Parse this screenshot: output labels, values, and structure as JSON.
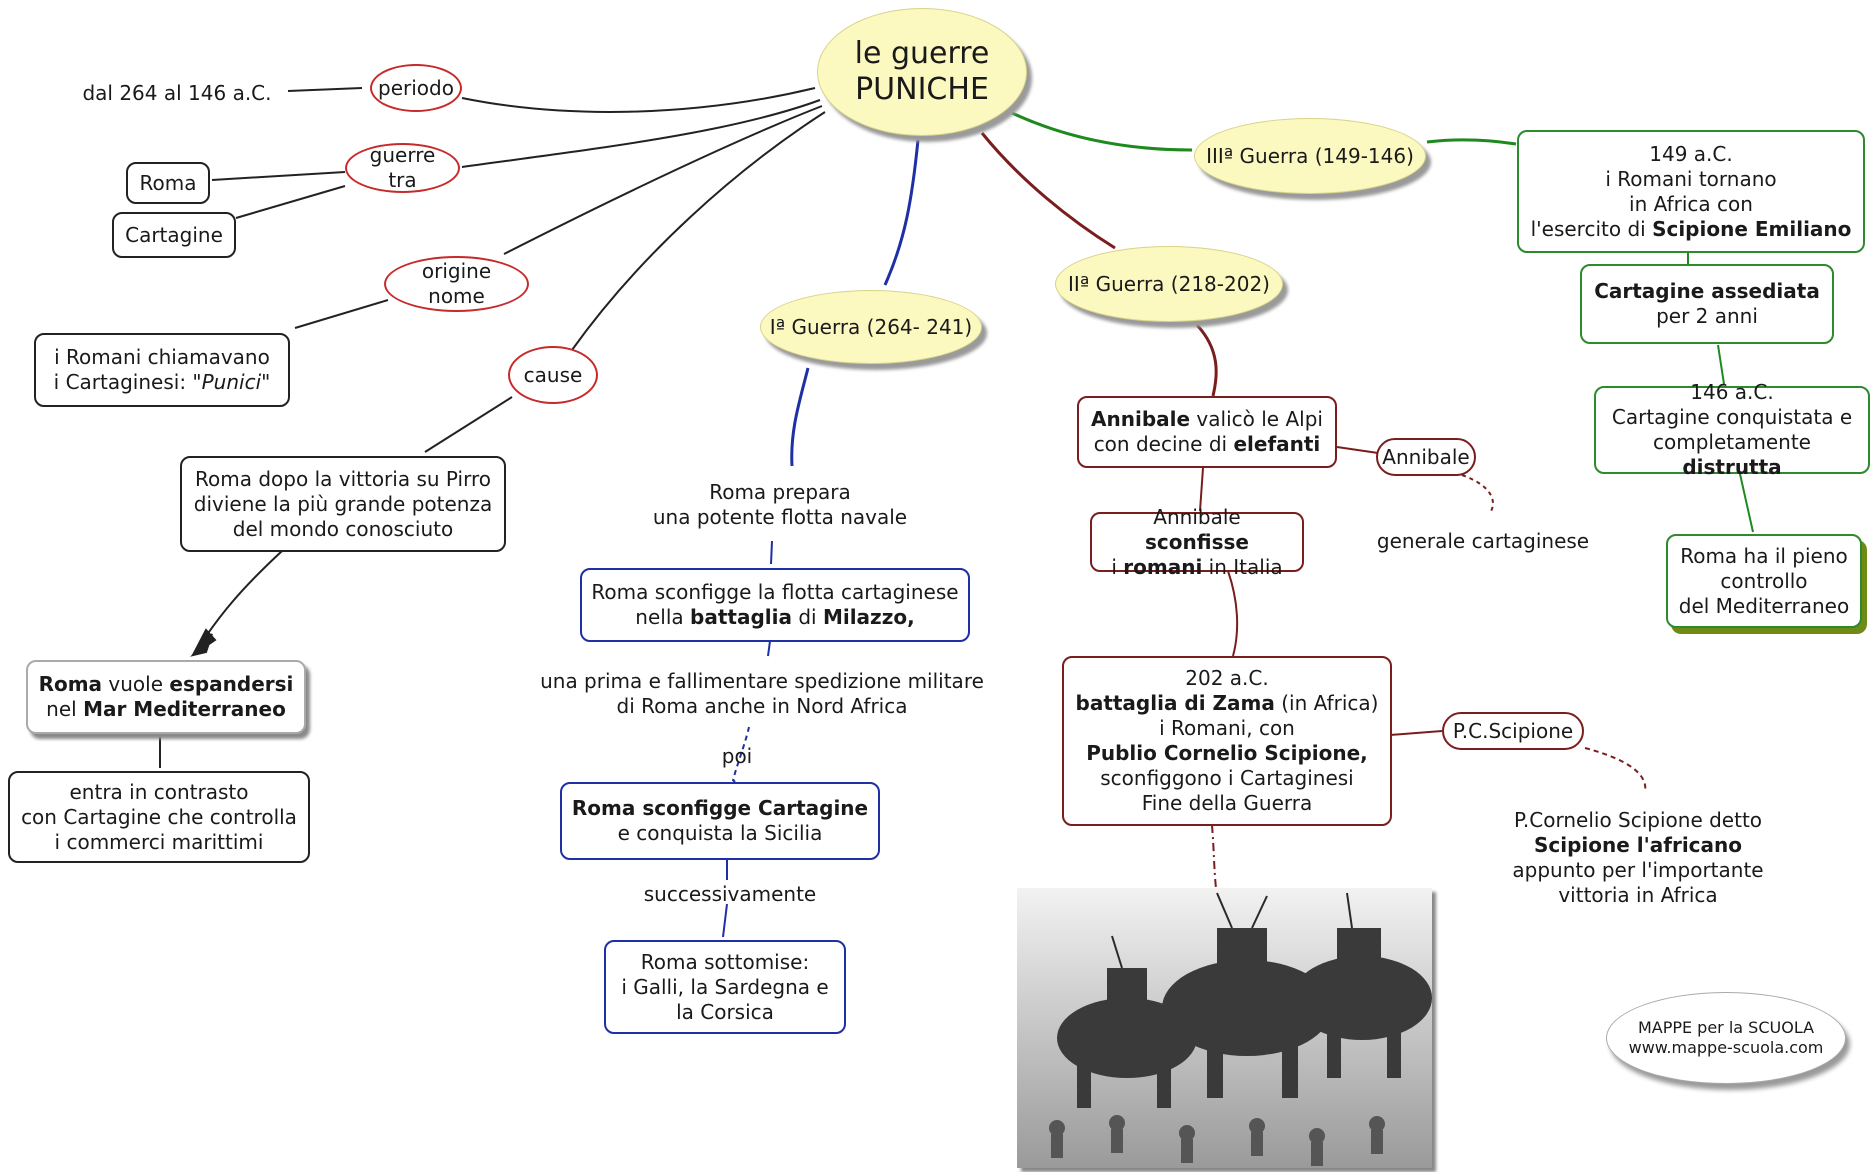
{
  "title": {
    "line1": "le guerre",
    "line2": "PUNICHE"
  },
  "left": {
    "periodo": "periodo",
    "periodo_value": "dal 264 al 146 a.C.",
    "guerre_tra": "guerre tra",
    "roma": "Roma",
    "cartagine": "Cartagine",
    "origine_nome": "origine nome",
    "origine_text": {
      "l1": "i Romani chiamavano",
      "l2a": "i Cartaginesi: ",
      "l2b": "\"Punici\""
    },
    "cause": "cause",
    "cause_text": {
      "l1": "Roma dopo la vittoria su Pirro",
      "l2": "diviene la più grande potenza",
      "l3": "del mondo conosciuto"
    },
    "espandersi": {
      "a": "Roma",
      "b": " vuole ",
      "c": "espandersi",
      "d": "nel ",
      "e": "Mar Mediterraneo"
    },
    "contrasto": {
      "l1": "entra in contrasto",
      "l2": "con Cartagine che controlla",
      "l3": "i commerci marittimi"
    }
  },
  "first_war": {
    "label": "Iª Guerra (264- 241)",
    "flotta": {
      "l1": "Roma prepara",
      "l2": "una potente flotta navale"
    },
    "milazzo": {
      "l1": "Roma sconfigge la flotta cartaginese",
      "l2a": "nella ",
      "l2b": "battaglia",
      "l2c": " di ",
      "l2d": "Milazzo,"
    },
    "spedizione": {
      "l1": "una prima e fallimentare spedizione militare",
      "l2": "di Roma anche in Nord Africa"
    },
    "poi": "poi",
    "sicilia": {
      "l1": "Roma sconfigge Cartagine",
      "l2": "e conquista la Sicilia"
    },
    "successivamente": "successivamente",
    "sottomise": {
      "l1": "Roma sottomise:",
      "l2": "i Galli, la Sardegna e",
      "l3": "la Corsica"
    }
  },
  "second_war": {
    "label": "IIª Guerra (218-202)",
    "alpi": {
      "a": "Annibale",
      "b": " valicò le Alpi",
      "c": "con decine di ",
      "d": "elefanti"
    },
    "annibale": "Annibale",
    "generale": "generale cartaginese",
    "sconfisse": {
      "a": "Annibale ",
      "b": "sconfisse",
      "c": "i ",
      "d": "romani",
      "e": " in Italia"
    },
    "zama": {
      "l1": "202 a.C.",
      "l2a": "battaglia di Zama",
      "l2b": " (in Africa)",
      "l3": "i Romani, con",
      "l4": "Publio Cornelio Scipione,",
      "l5": "sconfiggono i Cartaginesi",
      "l6": "Fine della  Guerra"
    },
    "pc_scipione": "P.C.Scipione",
    "africano": {
      "l1": "P.Cornelio Scipione detto",
      "l2": "Scipione l'africano",
      "l3": "appunto per l'importante",
      "l4": "vittoria in Africa"
    }
  },
  "third_war": {
    "label": "IIIª Guerra (149-146)",
    "ritorno": {
      "l1": "149 a.C.",
      "l2": "i Romani tornano",
      "l3": "in Africa con",
      "l4a": "l'esercito di ",
      "l4b": "Scipione Emiliano"
    },
    "assediata": {
      "l1": "Cartagine assediata",
      "l2": "per 2 anni"
    },
    "distrutta": {
      "l1": "146 a.C.",
      "l2": "Cartagine conquistata e",
      "l3a": "completamente ",
      "l3b": "distrutta"
    },
    "controllo": {
      "l1": "Roma ha il pieno",
      "l2": "controllo",
      "l3": "del Mediterraneo"
    }
  },
  "footer": {
    "l1": "MAPPE per la SCUOLA",
    "l2": "www.mappe-scuola.com"
  },
  "colors": {
    "black": "#222222",
    "blue": "#1f2fa6",
    "maroon": "#7a1d1d",
    "green": "#1e8a1e",
    "red": "#c72a2a",
    "ellipse_fill": "#fbf8c0"
  }
}
